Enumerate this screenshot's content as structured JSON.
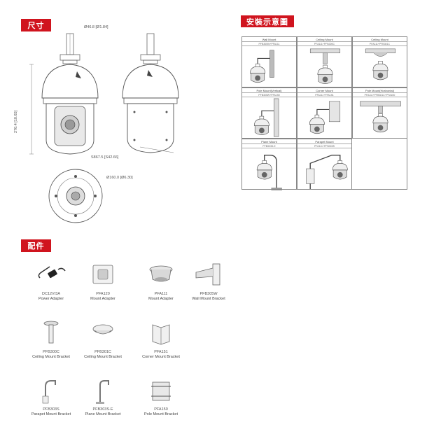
{
  "sections": {
    "dimensions": "尺寸",
    "mounting": "安裝示意圖",
    "accessories": "配件"
  },
  "dimensions": {
    "top_diameter": "Ø46.8 [Ø1.84]",
    "height": "270.4 [10.65]",
    "depth": "S867.5 [S42.66]",
    "base_diameter": "Ø160.0 [Ø6.30]"
  },
  "mounts": [
    {
      "title": "Wall Mount",
      "code": "PFB305W+PFA111"
    },
    {
      "title": "Ceiling Mount",
      "code": "PFA111+PFB300C"
    },
    {
      "title": "Ceiling Mount",
      "code": "PFA111+PFB301C"
    },
    {
      "title": "Pole Mount(Vertical)",
      "code": "PFB305W+PFA150"
    },
    {
      "title": "Corner Mount",
      "code": "PFA111+PFA151"
    },
    {
      "title": "Pole Mount(Horizontal)",
      "code": "PFA111+PFB301C+PFA150"
    },
    {
      "title": "Plane Mount",
      "code": "PFB303S-E"
    },
    {
      "title": "Parapet Mount",
      "code": "PFA111+PFB303S"
    }
  ],
  "accessories": [
    {
      "code": "DC12V/3A",
      "name": "Power Adapter",
      "icon": "power-adapter-icon"
    },
    {
      "code": "PFA120",
      "name": "Mount Adapter",
      "icon": "mount-adapter-plate-icon"
    },
    {
      "code": "PFA111",
      "name": "Mount Adapter",
      "icon": "mount-adapter-ring-icon"
    },
    {
      "code": "PFB305W",
      "name": "Wall Mount Bracket",
      "icon": "wall-bracket-icon"
    },
    {
      "code": "PFB300C",
      "name": "Ceiling Mount Bracket",
      "icon": "ceiling-bracket-pendant-icon"
    },
    {
      "code": "PFB301C",
      "name": "Ceiling Mount Bracket",
      "icon": "ceiling-bracket-dome-icon"
    },
    {
      "code": "PFA151",
      "name": "Corner Mount Bracket",
      "icon": "corner-bracket-icon"
    },
    {
      "code": "PFB303S",
      "name": "Parapet Mount Bracket",
      "icon": "parapet-bracket-icon"
    },
    {
      "code": "PFB303S-E",
      "name": "Plane Mount Bracket",
      "icon": "plane-bracket-icon"
    },
    {
      "code": "PFA150",
      "name": "Pole Mount Bracket",
      "icon": "pole-bracket-icon"
    }
  ],
  "colors": {
    "accent": "#d0141e"
  }
}
